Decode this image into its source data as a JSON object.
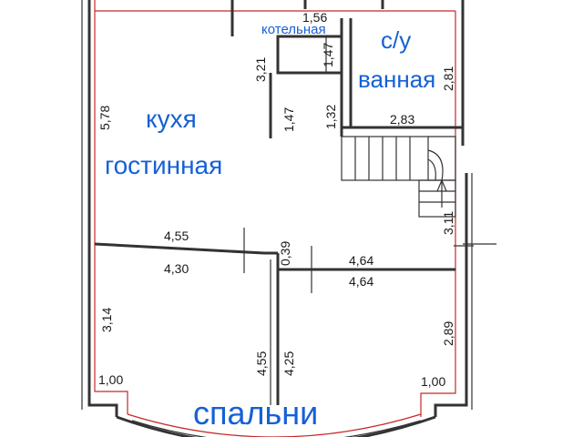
{
  "rooms": {
    "kitchen_line1": "кухя",
    "kitchen_line2": "гостинная",
    "wc": "с/у",
    "bath": "ванная",
    "boiler": "котельная",
    "bedrooms": "спальни"
  },
  "dimensions": {
    "boiler_width": "1,56",
    "boiler_h1": "1,47",
    "wall_321": "3,21",
    "wall_147": "1,47",
    "wall_132": "1,32",
    "bath_width": "2,83",
    "bath_height": "2,81",
    "kitchen_height": "5,78",
    "stair_height": "3,11",
    "left_top_width": "4,55",
    "left_inner_width": "4,30",
    "door_gap": "0,39",
    "right_top_width": "4,64",
    "right_inner_width": "4,64",
    "left_bed_height": "3,14",
    "mid_left_height": "4,55",
    "mid_right_height": "4,25",
    "right_bed_height": "2,89",
    "bay_left": "1,00",
    "bay_right": "1,00"
  },
  "colors": {
    "room_labels": "#1560d6",
    "inner_outline": "#c62828",
    "walls": "#333333"
  }
}
